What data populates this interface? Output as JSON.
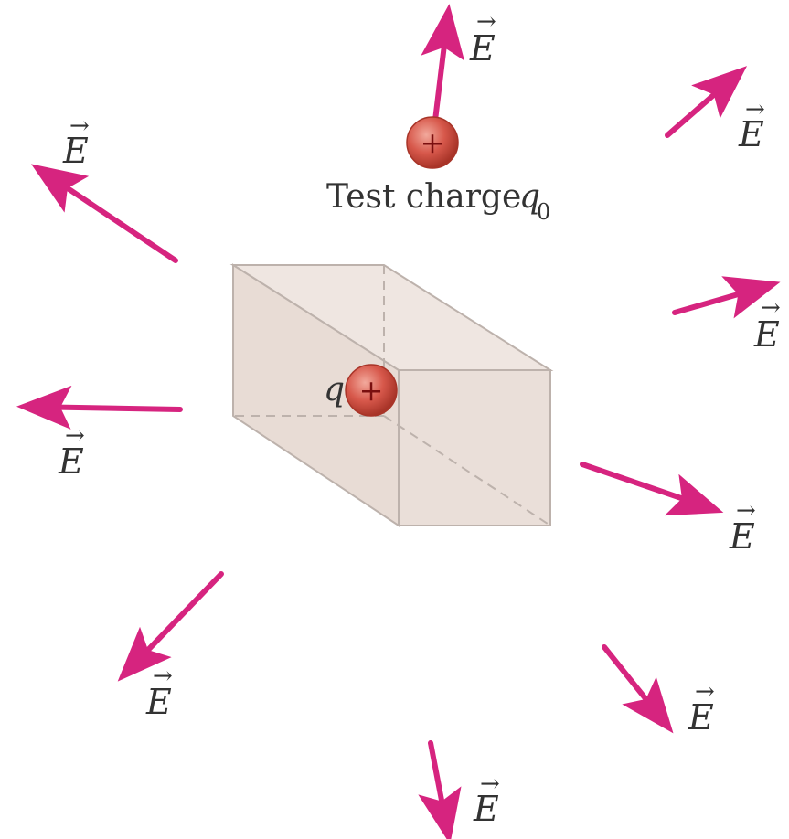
{
  "figure": {
    "field_symbol": "E",
    "vector_mark": "→",
    "test_charge_caption": "Test charge",
    "test_charge_symbol": "q",
    "test_charge_subscript": "0",
    "source_charge_symbol": "q",
    "charge_sign": "+"
  },
  "colors": {
    "arrow": "#d6247f",
    "box_fill": "#e9dcd6",
    "box_edge": "#bdb2ac",
    "charge_fill": "#d7584b",
    "charge_sign": "#7a0f0f",
    "label": "#333333"
  },
  "field_vectors": [
    {
      "direction": "up"
    },
    {
      "direction": "upper-left"
    },
    {
      "direction": "upper-right"
    },
    {
      "direction": "right"
    },
    {
      "direction": "left"
    },
    {
      "direction": "lower-right"
    },
    {
      "direction": "lower-left"
    },
    {
      "direction": "down-right"
    },
    {
      "direction": "down"
    }
  ]
}
